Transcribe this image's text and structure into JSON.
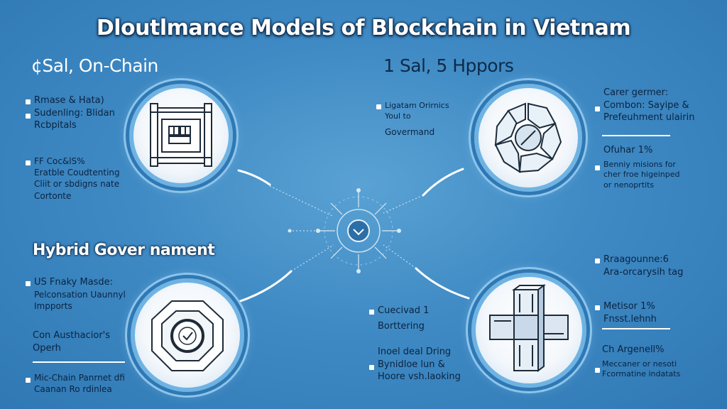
{
  "title": "Dloutlmance Models of Blockchain in Vietnam",
  "top_left": {
    "heading": "¢Sal, On-Chain",
    "block1": [
      "Rmase & Hata)",
      "Sudenling: Blidan",
      "Rcbpitals"
    ],
    "block2": [
      "FF Coc&lS%",
      "Eratble Coudtenting",
      "Cliit or sbdigns nate",
      "Cortonte"
    ]
  },
  "top_right": {
    "heading": "1 Sal, 5 Hppors",
    "left_block": [
      "Ligatam Orirnics",
      "Youl to",
      "Govermand"
    ],
    "block1": [
      "Carer germer:",
      "Combon: Sayipe &",
      "Prefeuhment ulairin"
    ],
    "block2": [
      "Ofuhar 1%",
      "Benniy misions for",
      "cher froe higeinped",
      "or nenoprtits"
    ]
  },
  "bottom_left": {
    "heading": "Hybrid Gover nament",
    "block1": [
      "US Fnaky Masde:",
      "Pelconsation Uaunnyl",
      "Impports"
    ],
    "block2": [
      "Con Austhacior's",
      "Operh"
    ],
    "block3": [
      "Mic-Chain Panrnet dfi",
      "Caanan Ro rdinlea"
    ]
  },
  "bottom_right": {
    "left_block1": [
      "Cuecivad 1",
      "Borttering"
    ],
    "left_block2": [
      "Inoel deal Dring",
      "Bynidloe lun &",
      "Hoore vsh.laoking"
    ],
    "block1": [
      "Rraagounne:6",
      "Ara-orcarysih tag"
    ],
    "block2": [
      "Metisor 1%",
      "Fnsst.lehnh"
    ],
    "block3": [
      "Ch Argenell%",
      "Meccaner or nesoti",
      "Fcormatine indatats"
    ]
  },
  "colors": {
    "background": "#3f8ac4",
    "circle_ring": "#6fb3e3",
    "text": "#0b2340",
    "heading_white": "#ffffff"
  },
  "icons": [
    "framed-grid-icon",
    "shield-pieces-icon",
    "octagon-check-icon",
    "cross-blocks-icon",
    "center-hub-icon"
  ]
}
